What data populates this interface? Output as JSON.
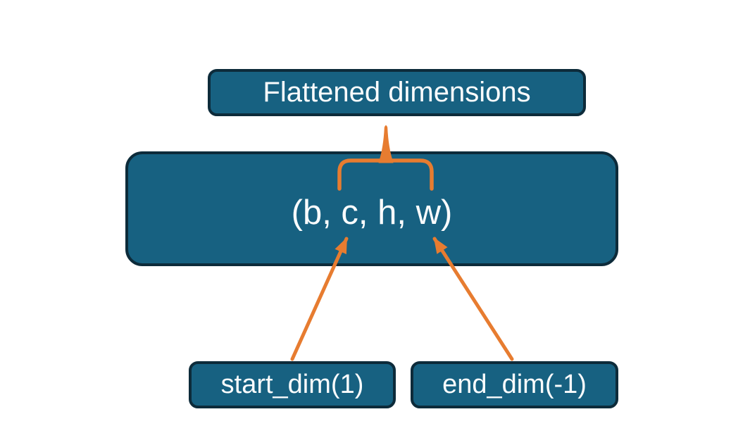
{
  "diagram": {
    "description": "Tensor flatten operation diagram showing which dimensions are flattened",
    "title_box": {
      "label": "Flattened dimensions"
    },
    "tensor_box": {
      "label": "(b, c, h, w)"
    },
    "param_boxes": [
      {
        "label": "start_dim(1)"
      },
      {
        "label": "end_dim(-1)"
      }
    ],
    "colors": {
      "box_fill": "#176181",
      "box_border": "#0d2b3a",
      "accent_orange": "#e77c30",
      "text": "#fafcfd",
      "background": "#ffffff"
    }
  }
}
